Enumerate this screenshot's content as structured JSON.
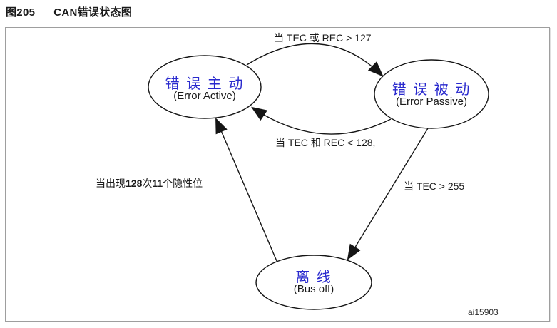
{
  "figure": {
    "label": "图205",
    "title": "CAN错误状态图"
  },
  "diagram": {
    "states": [
      {
        "id": "error-active",
        "name_cn": "错 误 主 动",
        "name_en": "(Error Active)"
      },
      {
        "id": "error-passive",
        "name_cn": "错 误 被 动",
        "name_en": "(Error Passive)"
      },
      {
        "id": "bus-off",
        "name_cn": "离 线",
        "name_en": "(Bus off)"
      }
    ],
    "transitions": {
      "active_to_passive": "当 TEC 或 REC > 127",
      "passive_to_active": "当 TEC 和 REC < 128,",
      "passive_to_busoff": "当 TEC > 255",
      "busoff_to_active": {
        "prefix": "当出现",
        "bold1": "128",
        "mid": "次",
        "bold2": "11",
        "suffix": "个隐性位"
      }
    },
    "watermark": "ai15903"
  },
  "colors": {
    "state_text": "#2a2ace",
    "line": "#151515",
    "frame": "#9e9e9e"
  }
}
